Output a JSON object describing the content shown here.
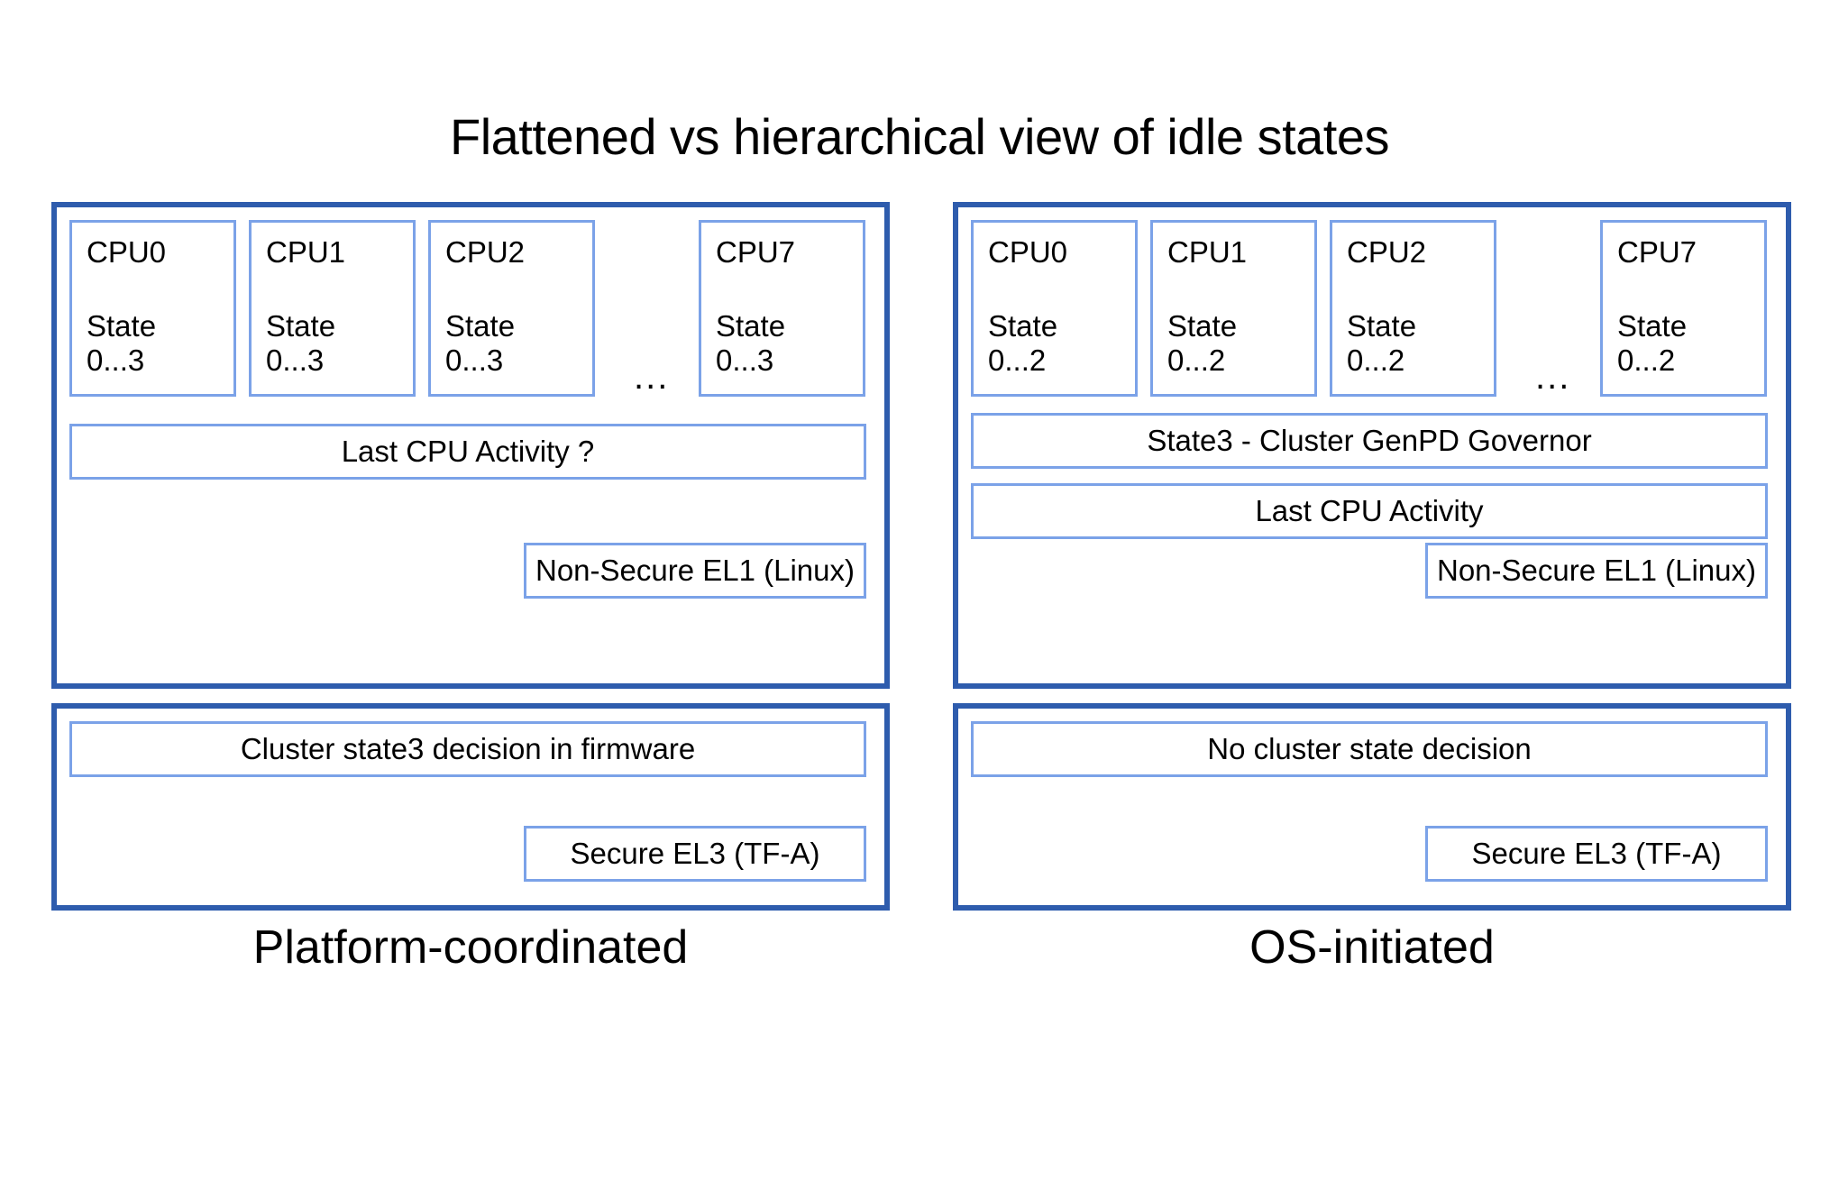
{
  "title": "Flattened vs hierarchical view of idle states",
  "ellipsis": "...",
  "colors": {
    "panel_border": "#2e5cad",
    "box_border": "#7ba2e8",
    "background": "#ffffff",
    "text": "#000000"
  },
  "columns": [
    {
      "id": "platform-coordinated",
      "caption": "Platform-coordinated",
      "os_panel": {
        "cpus": [
          {
            "label": "CPU0",
            "state_label": "State",
            "state_range": "0...3"
          },
          {
            "label": "CPU1",
            "state_label": "State",
            "state_range": "0...3"
          },
          {
            "label": "CPU2",
            "state_label": "State",
            "state_range": "0...3"
          },
          {
            "label": "CPU7",
            "state_label": "State",
            "state_range": "0...3"
          }
        ],
        "bars": [
          {
            "id": "last-cpu-activity",
            "label": "Last CPU Activity ?"
          }
        ],
        "exception_level": "Non-Secure EL1 (Linux)"
      },
      "fw_panel": {
        "decision": "Cluster state3 decision in firmware",
        "exception_level": "Secure EL3 (TF-A)"
      }
    },
    {
      "id": "os-initiated",
      "caption": "OS-initiated",
      "os_panel": {
        "cpus": [
          {
            "label": "CPU0",
            "state_label": "State",
            "state_range": "0...2"
          },
          {
            "label": "CPU1",
            "state_label": "State",
            "state_range": "0...2"
          },
          {
            "label": "CPU2",
            "state_label": "State",
            "state_range": "0...2"
          },
          {
            "label": "CPU7",
            "state_label": "State",
            "state_range": "0...2"
          }
        ],
        "bars": [
          {
            "id": "genpd-governor",
            "label": "State3 - Cluster GenPD Governor"
          },
          {
            "id": "last-cpu-activity",
            "label": "Last CPU Activity"
          }
        ],
        "exception_level": "Non-Secure EL1 (Linux)"
      },
      "fw_panel": {
        "decision": "No cluster state decision",
        "exception_level": "Secure EL3 (TF-A)"
      }
    }
  ]
}
